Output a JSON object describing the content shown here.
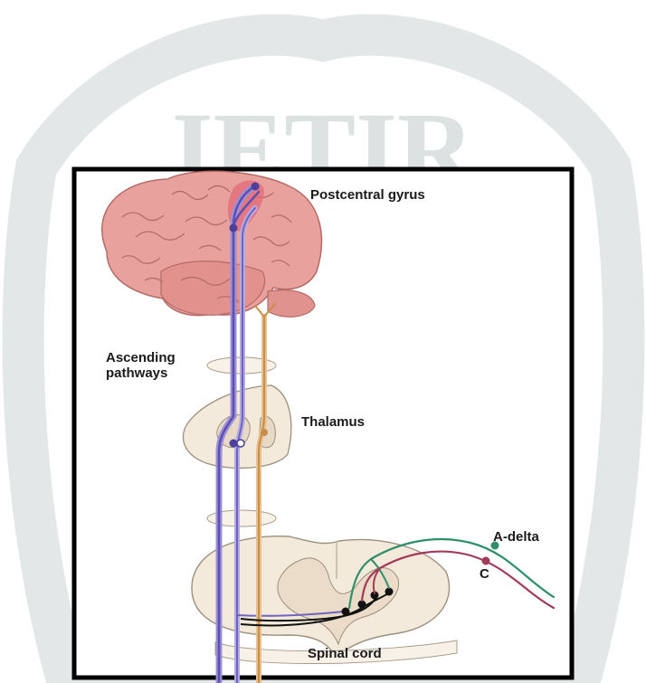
{
  "watermark": {
    "text": "IETIR",
    "color": "#d9dede"
  },
  "labels": {
    "postcentral_gyrus": "Postcentral gyrus",
    "ascending_pathways_line1": "Ascending",
    "ascending_pathways_line2": "pathways",
    "thalamus": "Thalamus",
    "a_delta": "A-delta",
    "c": "C",
    "spinal_cord": "Spinal cord"
  },
  "colors": {
    "purple_pathway": "#6f63bf",
    "orange_pathway": "#c98d48",
    "a_delta_fiber": "#2f8f6a",
    "c_fiber": "#a33a59",
    "brain": "#e79a97",
    "tissue": "#f5ebdb",
    "frame": "#000000"
  }
}
